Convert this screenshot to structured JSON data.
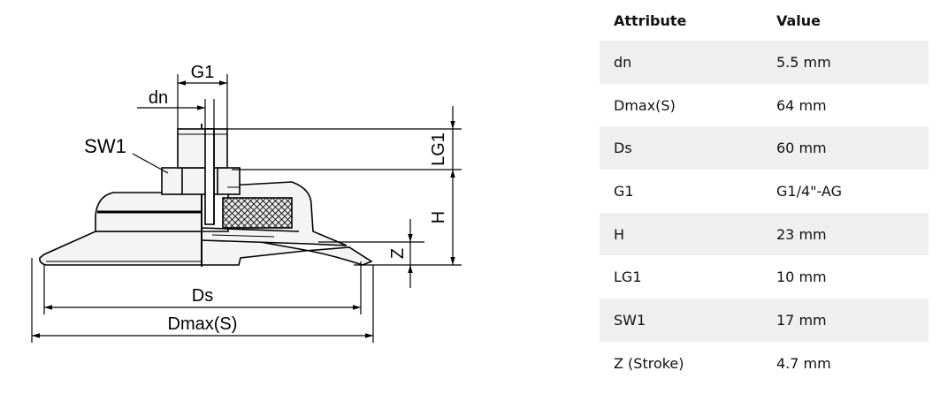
{
  "drawing": {
    "labels": {
      "g1": "G1",
      "dn": "dn",
      "sw1": "SW1",
      "lg1": "LG1",
      "h": "H",
      "z": "Z",
      "ds": "Ds",
      "dmax": "Dmax(S)"
    },
    "colors": {
      "line": "#000000",
      "hatch_fill": "#e9e9e9",
      "body_fill": "#f4f4f4"
    }
  },
  "table": {
    "headers": {
      "attribute": "Attribute",
      "value": "Value"
    },
    "rows": [
      {
        "attribute": "dn",
        "value": "5.5 mm"
      },
      {
        "attribute": "Dmax(S)",
        "value": "64 mm"
      },
      {
        "attribute": "Ds",
        "value": "60 mm"
      },
      {
        "attribute": "G1",
        "value": "G1/4\"-AG"
      },
      {
        "attribute": "H",
        "value": "23 mm"
      },
      {
        "attribute": "LG1",
        "value": "10 mm"
      },
      {
        "attribute": "SW1",
        "value": "17 mm"
      },
      {
        "attribute": "Z (Stroke)",
        "value": "4.7 mm"
      }
    ],
    "colors": {
      "stripe": "#efefef",
      "text": "#111111"
    }
  }
}
